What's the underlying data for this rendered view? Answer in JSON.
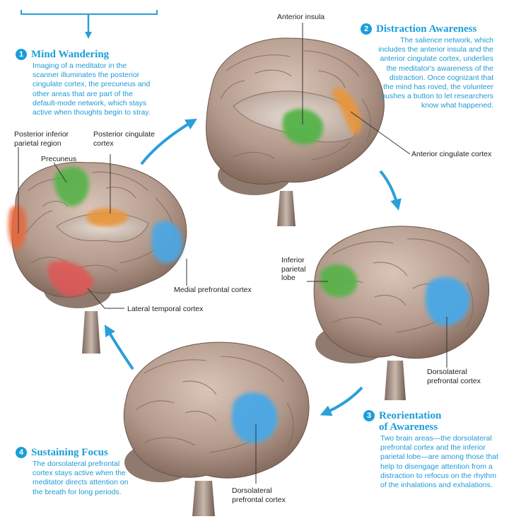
{
  "steps": [
    {
      "num": "1",
      "title": "Mind Wandering",
      "title2": "",
      "body": "Imaging of a meditator in the scanner illuminates the posterior cingulate cortex, the precuneus and other areas that are part of the default-mode network, which stays active when thoughts begin to stray."
    },
    {
      "num": "2",
      "title": "Distraction Awareness",
      "title2": "",
      "body": "The salience network, which includes the anterior insula and the anterior cingulate cortex, underlies the meditator's awareness of the distraction. Once cognizant that the mind has roved, the volunteer pushes a button to let researchers know what happened."
    },
    {
      "num": "3",
      "title": "Reorientation",
      "title2": "of Awareness",
      "body": "Two brain areas—the dorsolateral prefrontal cortex and the inferior parietal lobe—are among those that help to disengage attention from a distraction to refocus on the rhythm of the inhalations and exhalations."
    },
    {
      "num": "4",
      "title": "Sustaining Focus",
      "title2": "",
      "body": "The dorsolateral prefrontal cortex stays active when the meditator directs attention on the breath for long periods."
    }
  ],
  "labels": {
    "posterior_inferior_parietal": "Posterior inferior parietal region",
    "precuneus": "Precuneus",
    "posterior_cingulate": "Posterior cingulate cortex",
    "medial_prefrontal": "Medial prefrontal cortex",
    "lateral_temporal": "Lateral temporal cortex",
    "anterior_insula": "Anterior insula",
    "anterior_cingulate": "Anterior cingulate cortex",
    "inferior_parietal": "Inferior parietal lobe",
    "dorsolateral_3": "Dorsolateral prefrontal cortex",
    "dorsolateral_4": "Dorsolateral prefrontal cortex"
  },
  "colors": {
    "accent": "#1a9ed9",
    "brain": "#b49a8b",
    "green": "#55b347",
    "orange": "#e9963a",
    "blue": "#4aa8e6",
    "red": "#e25555"
  }
}
